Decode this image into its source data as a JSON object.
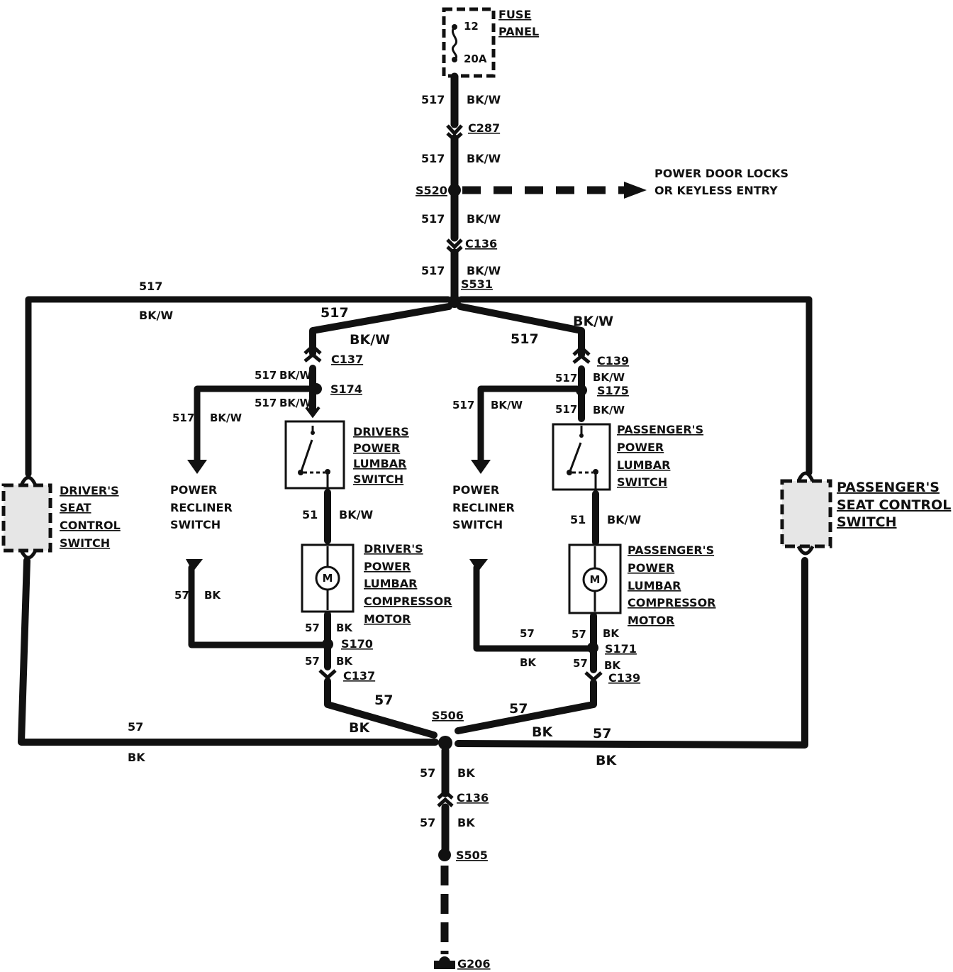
{
  "fuse": {
    "name": [
      "FUSE",
      "PANEL"
    ],
    "number": "12",
    "rating": "20A"
  },
  "circuits": {
    "feed": "517",
    "lumbar_out": "51",
    "ground": "57"
  },
  "colors": {
    "bkw": "BK/W",
    "bk": "BK"
  },
  "connectors": {
    "c287": "C287",
    "c136": "C136",
    "c137": "C137",
    "c139": "C139"
  },
  "splices": {
    "s520": "S520",
    "s531": "S531",
    "s174": "S174",
    "s175": "S175",
    "s170": "S170",
    "s171": "S171",
    "s506": "S506",
    "s505": "S505"
  },
  "ground": {
    "g206": "G206"
  },
  "branch": {
    "power_door_locks": [
      "POWER DOOR LOCKS",
      "OR KEYLESS ENTRY"
    ]
  },
  "components": {
    "drivers_seat_control_switch": [
      "DRIVER'S",
      "SEAT",
      "CONTROL",
      "SWITCH"
    ],
    "passengers_seat_control_switch": [
      "PASSENGER'S",
      "SEAT CONTROL",
      "SWITCH"
    ],
    "power_recliner_switch": [
      "POWER",
      "RECLINER",
      "SWITCH"
    ],
    "drivers_lumbar_switch": [
      "DRIVERS",
      "POWER",
      "LUMBAR",
      "SWITCH"
    ],
    "passengers_lumbar_switch": [
      "PASSENGER'S",
      "POWER",
      "LUMBAR",
      "SWITCH"
    ],
    "drivers_compressor_motor": [
      "DRIVER'S",
      "POWER",
      "LUMBAR",
      "COMPRESSOR",
      "MOTOR"
    ],
    "passengers_compressor_motor": [
      "PASSENGER'S",
      "POWER",
      "LUMBAR",
      "COMPRESSOR",
      "MOTOR"
    ],
    "motor_symbol": "M"
  }
}
